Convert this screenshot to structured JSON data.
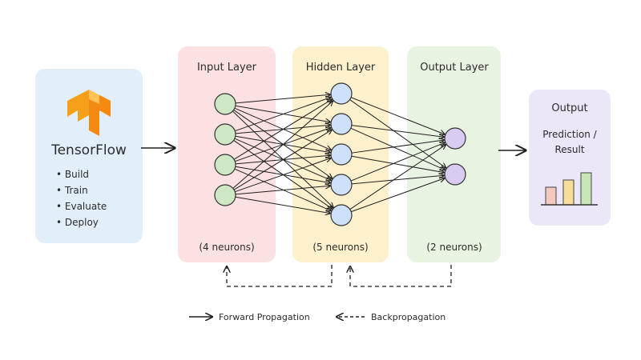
{
  "tensorflow_card": {
    "title": "TensorFlow",
    "logo_icon": "tensorflow-logo-icon",
    "items": [
      "• Build",
      "• Train",
      "• Evaluate",
      "• Deploy"
    ]
  },
  "layers": {
    "input": {
      "title": "Input Layer",
      "caption": "(4 neurons)",
      "neurons": 4
    },
    "hidden": {
      "title": "Hidden Layer",
      "caption": "(5 neurons)",
      "neurons": 5
    },
    "output": {
      "title": "Output Layer",
      "caption": "(2 neurons)",
      "neurons": 2
    }
  },
  "output_card": {
    "title": "Output",
    "subtitle_line1": "Prediction /",
    "subtitle_line2": "Result",
    "chart_icon": "bar-chart-icon"
  },
  "legend": {
    "forward": "Forward Propagation",
    "backward": "Backpropagation"
  },
  "colors": {
    "tf_card": "#e2effb",
    "input_panel": "#fbe1e1",
    "hidden_panel": "#fdf0cc",
    "output_panel": "#e9f3e1",
    "output_card": "#ebe6f8",
    "input_neuron": "#cfe8c4",
    "hidden_neuron": "#cfe0fb",
    "output_neuron": "#d9ccf3",
    "tf_orange": "#f6a01a",
    "bar_pink": "#f4c7bf",
    "bar_yellow": "#f6dd9a",
    "bar_green": "#c6e6b8"
  }
}
